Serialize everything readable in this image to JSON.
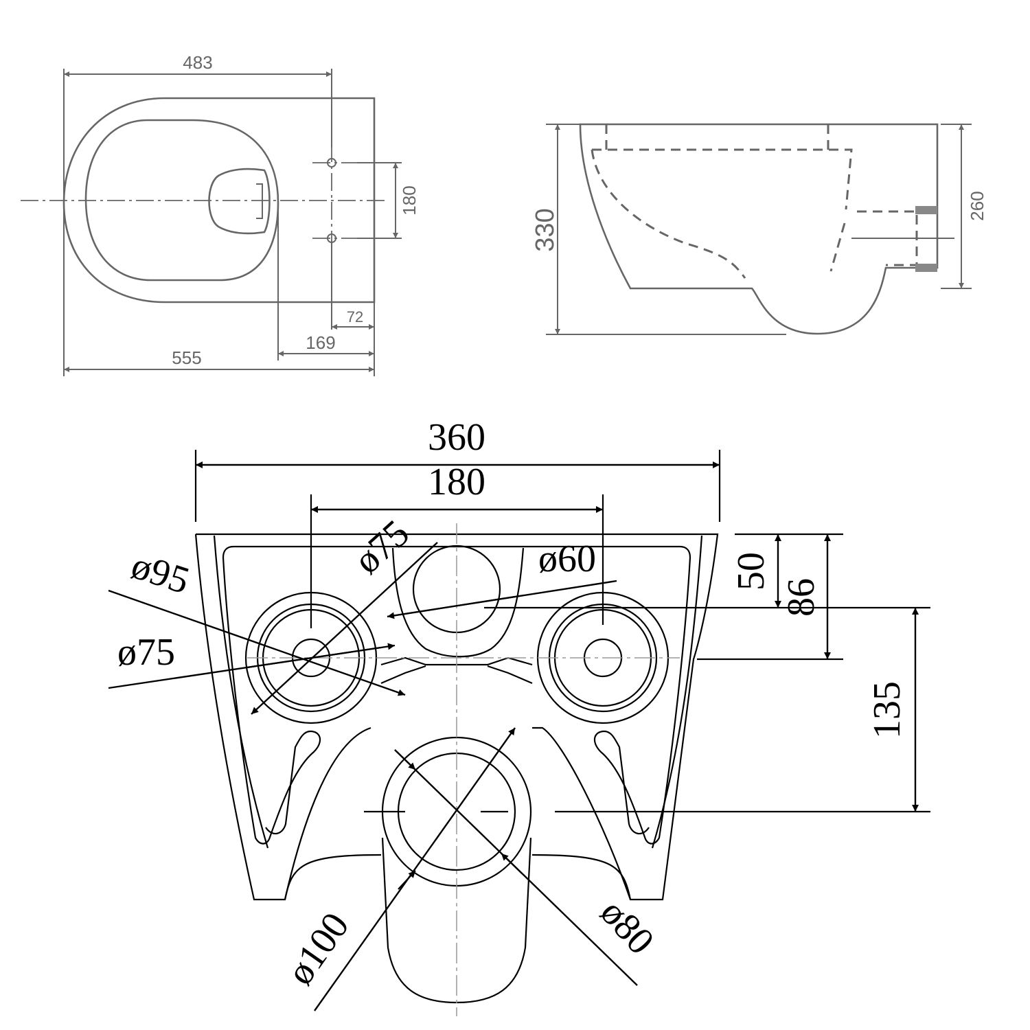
{
  "top_view": {
    "dims": {
      "overall_length": "555",
      "rim_width": "483",
      "fixing_spacing": "180",
      "fixing_to_back": "169",
      "outlet_to_back": "72"
    }
  },
  "side_view": {
    "dims": {
      "total_height": "330",
      "outlet_height": "260"
    }
  },
  "back_view": {
    "dims": {
      "total_width": "360",
      "bolt_spacing": "180",
      "dia_left_outer": "ø95",
      "dia_left_inner": "ø75",
      "dia_left_upper": "ø75",
      "dia_inlet": "ø60",
      "dia_outlet_outer": "ø100",
      "dia_outlet_inner": "ø80",
      "inlet_depth": "50",
      "bolt_depth": "86",
      "outlet_offset": "135"
    }
  }
}
